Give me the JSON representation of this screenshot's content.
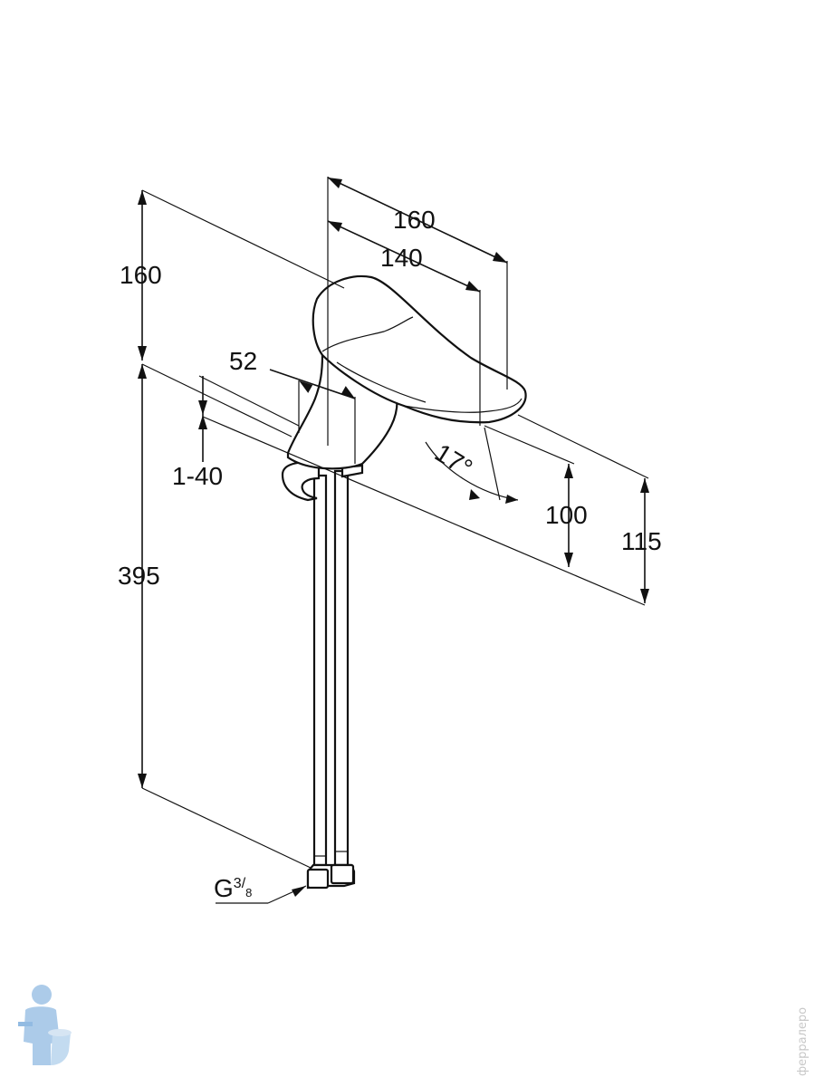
{
  "dimensions": {
    "height_top": "160",
    "height_body": "395",
    "width_outer": "160",
    "width_inner": "140",
    "base_diameter": "52",
    "deck_thickness": "1-40",
    "angle": "17°",
    "spout_height": "100",
    "total_height": "115",
    "thread_main": "G",
    "thread_sup": "3",
    "thread_sub": "8"
  },
  "watermark": {
    "text": "ферралеро"
  },
  "colors": {
    "line": "#111111",
    "background": "#ffffff",
    "logo": "#9ec3e6"
  },
  "icons": {
    "logo": "plumber-mascot-icon"
  }
}
